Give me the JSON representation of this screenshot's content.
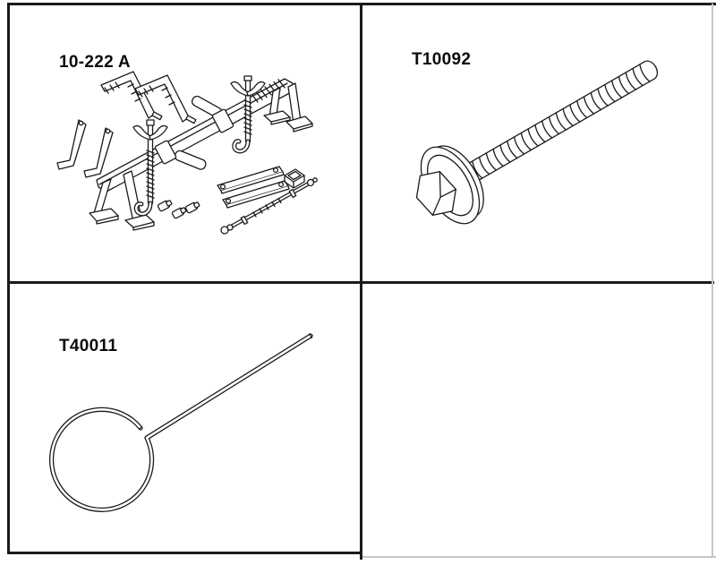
{
  "figure": {
    "panels": [
      {
        "id": "top-left",
        "label": "10-222 A"
      },
      {
        "id": "top-right",
        "label": "T10092"
      },
      {
        "id": "bottom-left",
        "label": "T40011"
      },
      {
        "id": "bottom-right",
        "label": ""
      }
    ]
  },
  "colors": {
    "line": "#1a1a1a",
    "frame": "#1b1b1b",
    "scan_edge": "#c6c6c6",
    "background": "#ffffff"
  }
}
